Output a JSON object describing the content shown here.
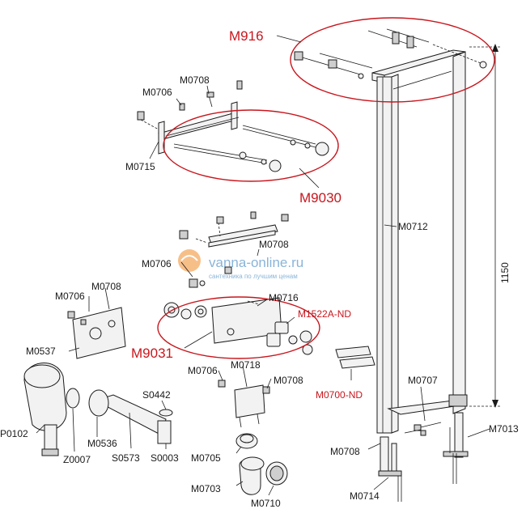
{
  "labels": {
    "m916": "M916",
    "m9030": "M9030",
    "m9031": "M9031",
    "m0708_top": "M0708",
    "m0706_top": "M0706",
    "m0715": "M0715",
    "m0712": "M0712",
    "m0708_mid": "M0708",
    "m0706_mid": "M0706",
    "m0716": "M0716",
    "m1522a": "M1522A-ND",
    "m0706_left": "M0706",
    "m0708_left": "M0708",
    "m0537": "M0537",
    "m0706_low": "M0706",
    "m0718": "M0718",
    "m0708_low": "M0708",
    "m0700": "M0700-ND",
    "s0442": "S0442",
    "p0102": "P0102",
    "z0007": "Z0007",
    "m0536": "M0536",
    "s0573": "S0573",
    "s0003": "S0003",
    "m0705": "M0705",
    "m0707": "M0707",
    "m0708_right": "M0708",
    "m7013": "M7013",
    "m0714": "M0714",
    "m0703": "M0703",
    "m0710": "M0710",
    "height_dim": "1150"
  },
  "watermark": {
    "site": "vanna-online.ru",
    "tagline": "сантехника по лучшим ценам"
  },
  "colors": {
    "callout_red": "#c8161d",
    "line": "#1a1a1a",
    "watermark_blue": "#2a78b8",
    "watermark_orange": "#f28c28"
  }
}
